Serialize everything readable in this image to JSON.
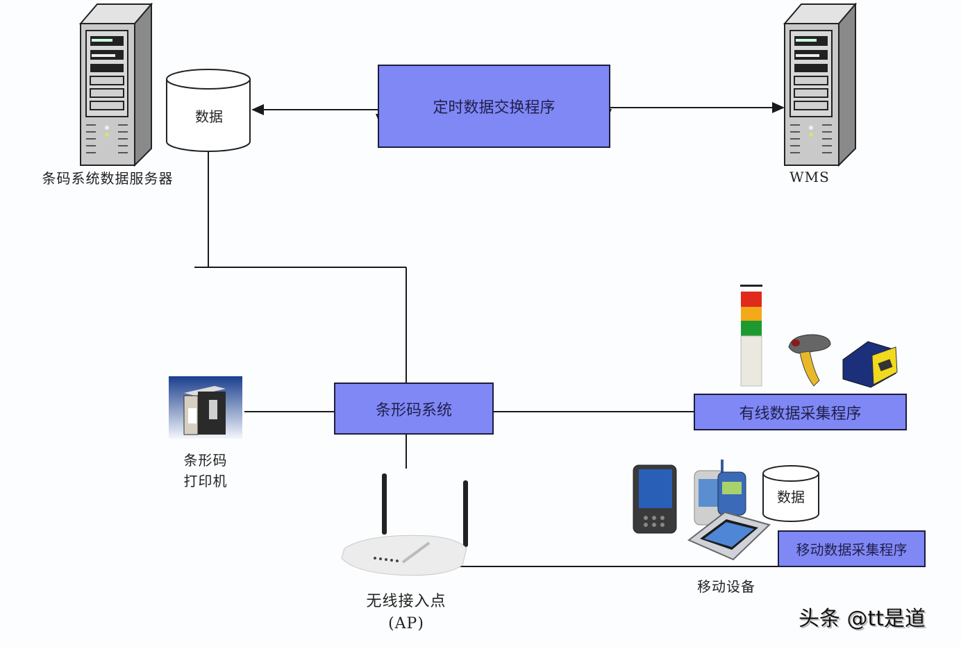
{
  "nodes": {
    "barcode_server": {
      "label": "条码系统数据服务器",
      "icon": "server-tower-icon"
    },
    "wms_server": {
      "label": "WMS",
      "icon": "server-tower-icon"
    },
    "server_db": {
      "label": "数据",
      "icon": "database-cylinder-icon"
    },
    "exchange_program": {
      "label": "定时数据交换程序"
    },
    "barcode_system": {
      "label": "条形码系统"
    },
    "printer": {
      "label_line1": "条形码",
      "label_line2": "打印机",
      "icon": "label-printer-icon"
    },
    "wired_program": {
      "label": "有线数据采集程序",
      "icons": [
        "stack-light-icon",
        "handheld-scanner-icon",
        "fixed-scanner-icon"
      ]
    },
    "mobile_program": {
      "label": "移动数据采集程序"
    },
    "mobile_db": {
      "label": "数据",
      "icon": "database-cylinder-icon"
    },
    "mobile_devices": {
      "label": "移动设备",
      "icons": [
        "pda-icon",
        "smartphone-icon",
        "tablet-icon"
      ]
    },
    "access_point": {
      "label_line1": "无线接入点",
      "label_line2": "(AP)",
      "icon": "wireless-router-icon"
    }
  },
  "watermark": "头条 @tt是道",
  "colors": {
    "box_fill": "#8088f6",
    "box_border": "#1c1c3c",
    "line": "#1a1a1a",
    "background": "#fcfdff"
  }
}
